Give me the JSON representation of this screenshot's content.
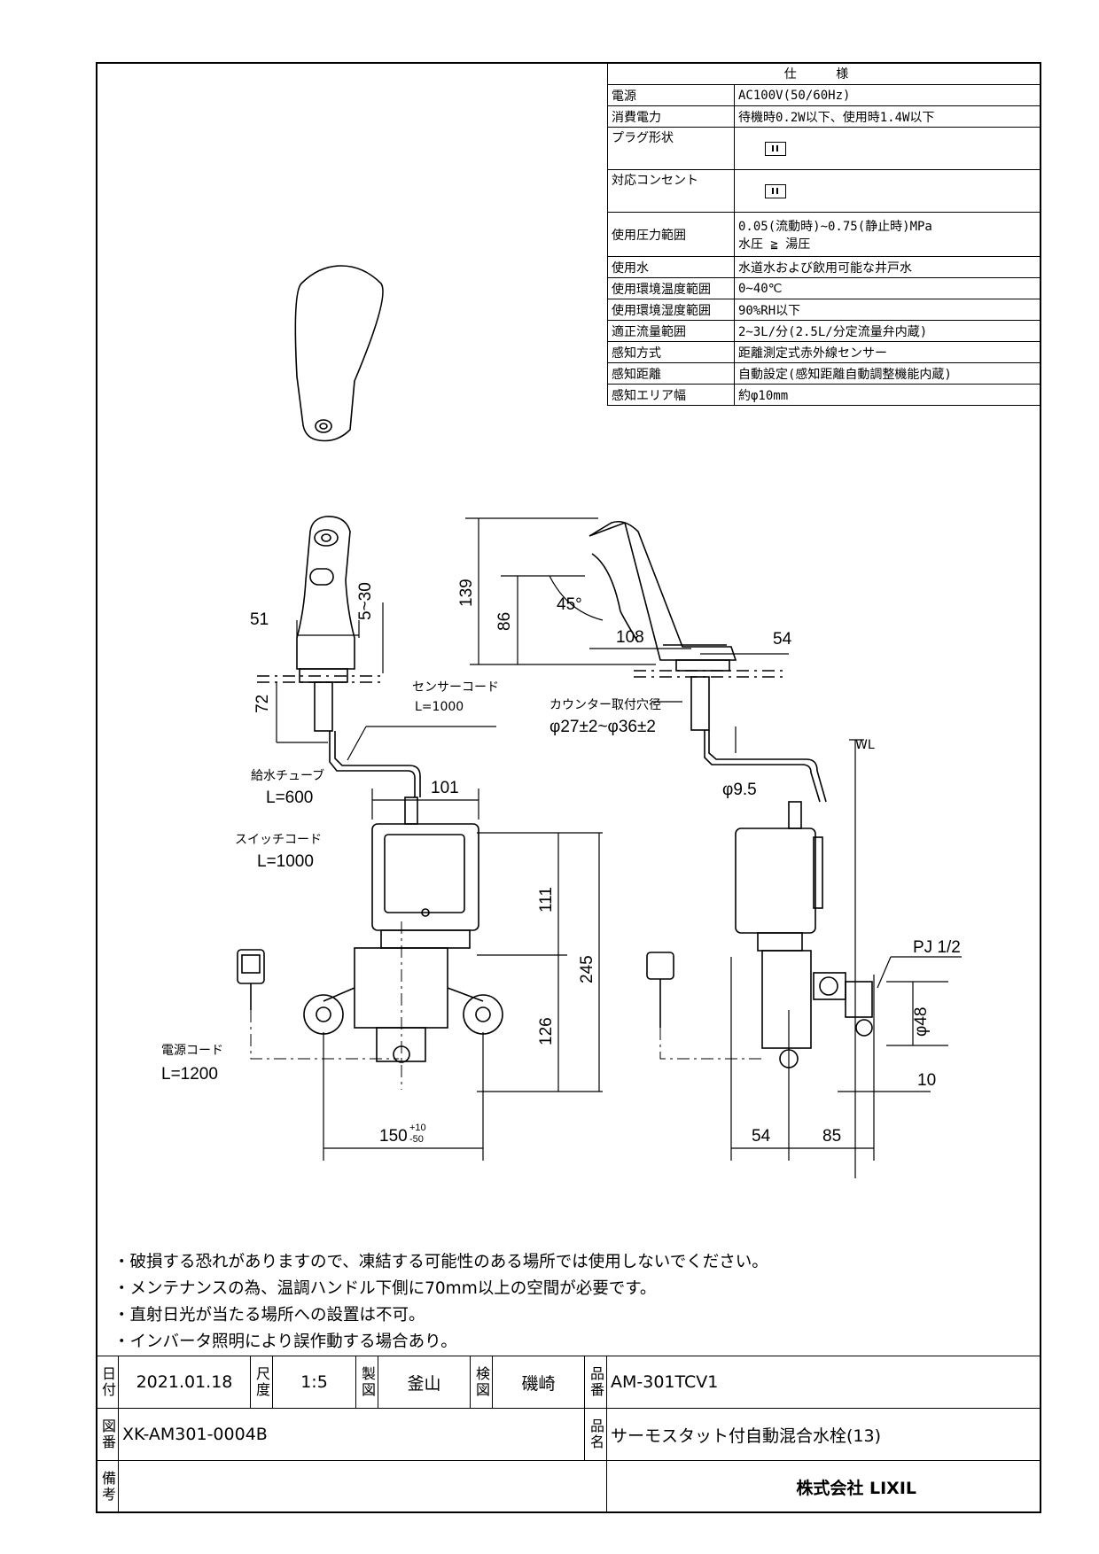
{
  "spec": {
    "header": "仕 様",
    "rows": [
      {
        "key": "電源",
        "value": "AC100V(50/60Hz)"
      },
      {
        "key": "消費電力",
        "value": "待機時0.2W以下、使用時1.4W以下"
      },
      {
        "key": "プラグ形状",
        "value": ""
      },
      {
        "key": "対応コンセント",
        "value": ""
      },
      {
        "key": "使用圧力範囲",
        "value": "0.05(流動時)~0.75(静止時)MPa",
        "value2": "水圧 ≧ 湯圧"
      },
      {
        "key": "使用水",
        "value": "水道水および飲用可能な井戸水"
      },
      {
        "key": "使用環境温度範囲",
        "value": "0~40℃"
      },
      {
        "key": "使用環境湿度範囲",
        "value": "90%RH以下"
      },
      {
        "key": "適正流量範囲",
        "value": "2~3L/分(2.5L/分定流量弁内蔵)"
      },
      {
        "key": "感知方式",
        "value": "距離測定式赤外線センサー"
      },
      {
        "key": "感知距離",
        "value": "自動設定(感知距離自動調整機能内蔵)"
      },
      {
        "key": "感知エリア幅",
        "value": "約φ10mm"
      }
    ]
  },
  "drawing": {
    "dims": {
      "d51": "51",
      "d5_30": "5~30",
      "d72": "72",
      "d139": "139",
      "d86": "86",
      "d108": "108",
      "d54a": "54",
      "d45": "45°",
      "d101": "101",
      "d111": "111",
      "d245": "245",
      "d126": "126",
      "d150": "150",
      "d150tol_plus": "+10",
      "d150tol_minus": "-50",
      "d9_5": "φ9.5",
      "d48": "φ48",
      "d10": "10",
      "d54b": "54",
      "d85": "85"
    },
    "labels": {
      "sensor_code": "センサーコード",
      "sensor_len": "L=1000",
      "counter_hole": "カウンター取付穴径",
      "counter_hole_dim": "φ27±2~φ36±2",
      "water_tube": "給水チューブ",
      "water_tube_len": "L=600",
      "switch_code": "スイッチコード",
      "switch_len": "L=1000",
      "power_code": "電源コード",
      "power_len": "L=1200",
      "wl": "WL",
      "pj": "PJ 1/2"
    }
  },
  "notes": [
    "・破損する恐れがありますので、凍結する可能性のある場所では使用しないでください。",
    "・メンテナンスの為、温調ハンドル下側に70mm以上の空間が必要です。",
    "・直射日光が当たる場所への設置は不可。",
    "・インバータ照明により誤作動する場合あり。"
  ],
  "titleblock": {
    "date_label": "日付",
    "date": "2021.01.18",
    "scale_label": "尺度",
    "scale": "1:5",
    "drawn_label": "製図",
    "drawn": "釜山",
    "checked_label": "検図",
    "checked": "磯崎",
    "product_no_label": "品番",
    "product_no": "AM-301TCV1",
    "drawing_no_label": "図番",
    "drawing_no": "XK-AM301-0004B",
    "product_name_label": "品名",
    "product_name": "サーモスタット付自動混合水栓(13)",
    "remarks_label": "備考",
    "remarks": "",
    "company": "株式会社 LIXIL"
  }
}
